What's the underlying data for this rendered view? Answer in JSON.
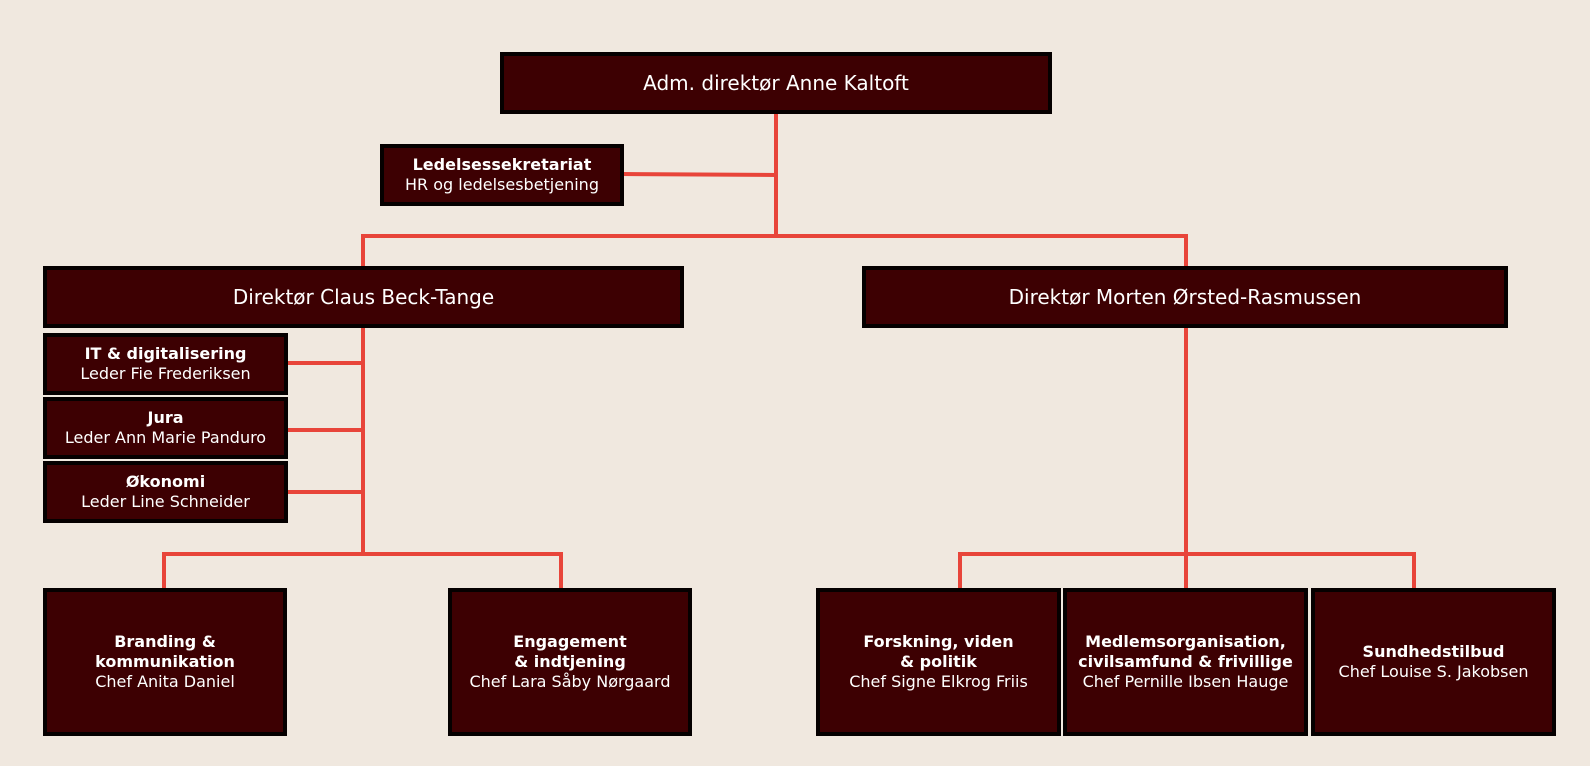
{
  "colors": {
    "background": "#f0e8df",
    "box_fill": "#3d0002",
    "box_border": "#050000",
    "connector": "#e8453a",
    "text": "#ffffff"
  },
  "ceo": {
    "title": "Adm. direktør Anne Kaltoft"
  },
  "secretariat": {
    "name": "Ledelsessekretariat",
    "person": "HR og ledelsesbetjening"
  },
  "director_left": {
    "title": "Direktør Claus Beck-Tange"
  },
  "director_right": {
    "title": "Direktør Morten Ørsted-Rasmussen"
  },
  "staff_units": [
    {
      "name": "IT & digitalisering",
      "person": "Leder Fie Frederiksen"
    },
    {
      "name": "Jura",
      "person": "Leder Ann Marie Panduro"
    },
    {
      "name": "Økonomi",
      "person": "Leder Line Schneider"
    }
  ],
  "left_departments": [
    {
      "name_lines": [
        "Branding &",
        "kommunikation"
      ],
      "person": "Chef Anita Daniel"
    },
    {
      "name_lines": [
        "Engagement",
        "& indtjening"
      ],
      "person": "Chef Lara Såby Nørgaard"
    }
  ],
  "right_departments": [
    {
      "name_lines": [
        "Forskning, viden",
        "& politik"
      ],
      "person": "Chef Signe Elkrog Friis"
    },
    {
      "name_lines": [
        "Medlemsorganisation,",
        "civilsamfund & frivillige"
      ],
      "person": "Chef Pernille Ibsen Hauge"
    },
    {
      "name_lines": [
        "Sundhedstilbud"
      ],
      "person": "Chef Louise S. Jakobsen"
    }
  ]
}
